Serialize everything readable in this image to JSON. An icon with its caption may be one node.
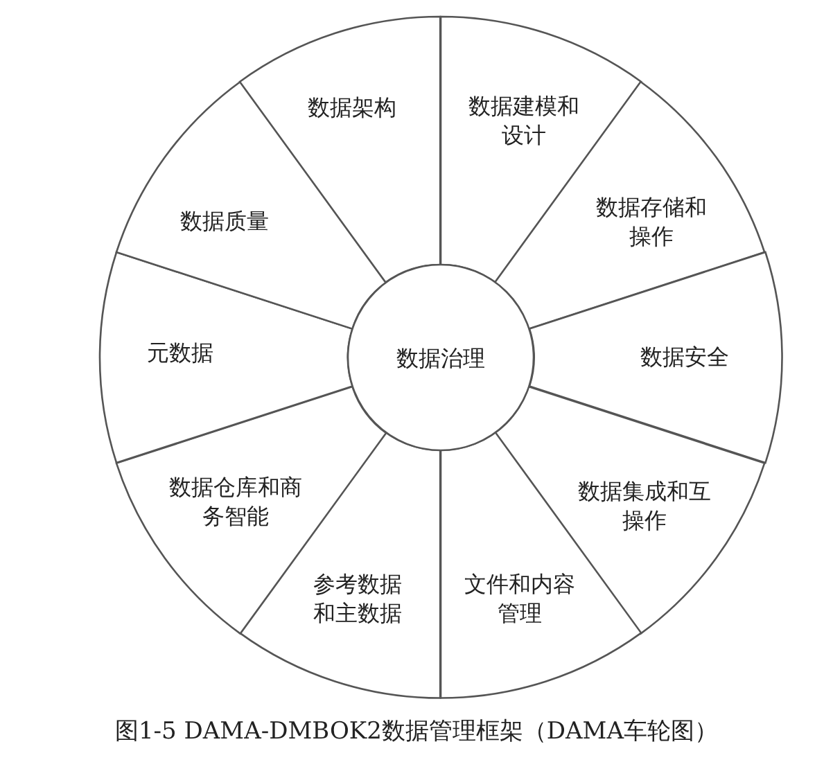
{
  "diagram": {
    "caption": "图1-5 DAMA-DMBOK2数据管理框架（DAMA车轮图）",
    "nodes": [
      {
        "text": [
          "数据治理"
        ]
      },
      {
        "text": [
          "数据建模和设计"
        ]
      },
      {
        "text": [
          "数据存储和操作"
        ]
      },
      {
        "text": [
          "数据安全"
        ]
      },
      {
        "text": [
          "数据集成和互操作"
        ]
      },
      {
        "text": [
          "文件和内容管理"
        ]
      },
      {
        "text": [
          "参考数据和主数据"
        ]
      },
      {
        "text": [
          "数据仓库和商务智能"
        ]
      },
      {
        "text": [
          "元数据"
        ]
      },
      {
        "text": [
          "数据质量"
        ]
      },
      {
        "text": [
          "数据架构"
        ]
      }
    ]
  }
}
